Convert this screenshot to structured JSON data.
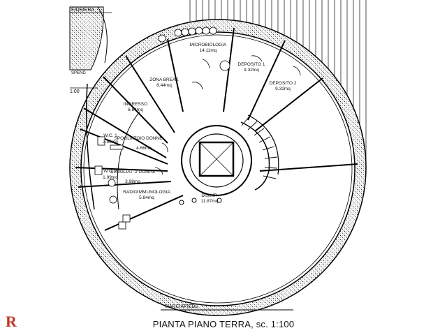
{
  "labels": {
    "fioriera": "FIORIERA",
    "marciapiede": "MARCIAPIEDE",
    "side_note": "1:00",
    "side_note_top": "SPEND",
    "title": "PIANTA PIANO TERRA, sc. 1:100"
  },
  "rooms": [
    {
      "id": "microbiologia",
      "name": "MICROBIOLOGIA",
      "area": "14.11mq"
    },
    {
      "id": "deposito1",
      "name": "DEPOSITO 1",
      "area": "9.32mq"
    },
    {
      "id": "deposito2",
      "name": "DEPOSITO 2",
      "area": "9.32mq"
    },
    {
      "id": "zona_break",
      "name": "ZONA BREAK",
      "area": "8.44mq"
    },
    {
      "id": "ingresso",
      "name": "INGRESSO",
      "area": "6.84mq"
    },
    {
      "id": "wc1",
      "name": "W.C. 1",
      "area": "2.58mq"
    },
    {
      "id": "spogliatoio_donne",
      "name": "SPOGLIATOIO DONNE",
      "area": "4.66mq"
    },
    {
      "id": "wc2",
      "name": "W.C. 2",
      "area": "1.99mq"
    },
    {
      "id": "spogliatoio_uomini",
      "name": "SPOGLIAT. 2 UOMINI",
      "area": "3.98mq"
    },
    {
      "id": "radioimmunologia",
      "name": "RADIOIMMUNOLOGIA",
      "area": "5.84mq"
    },
    {
      "id": "disimp",
      "name": "DISIMP.",
      "area": "11.87mq"
    }
  ],
  "logo": {
    "text": "R",
    "color": "#c0392b"
  }
}
